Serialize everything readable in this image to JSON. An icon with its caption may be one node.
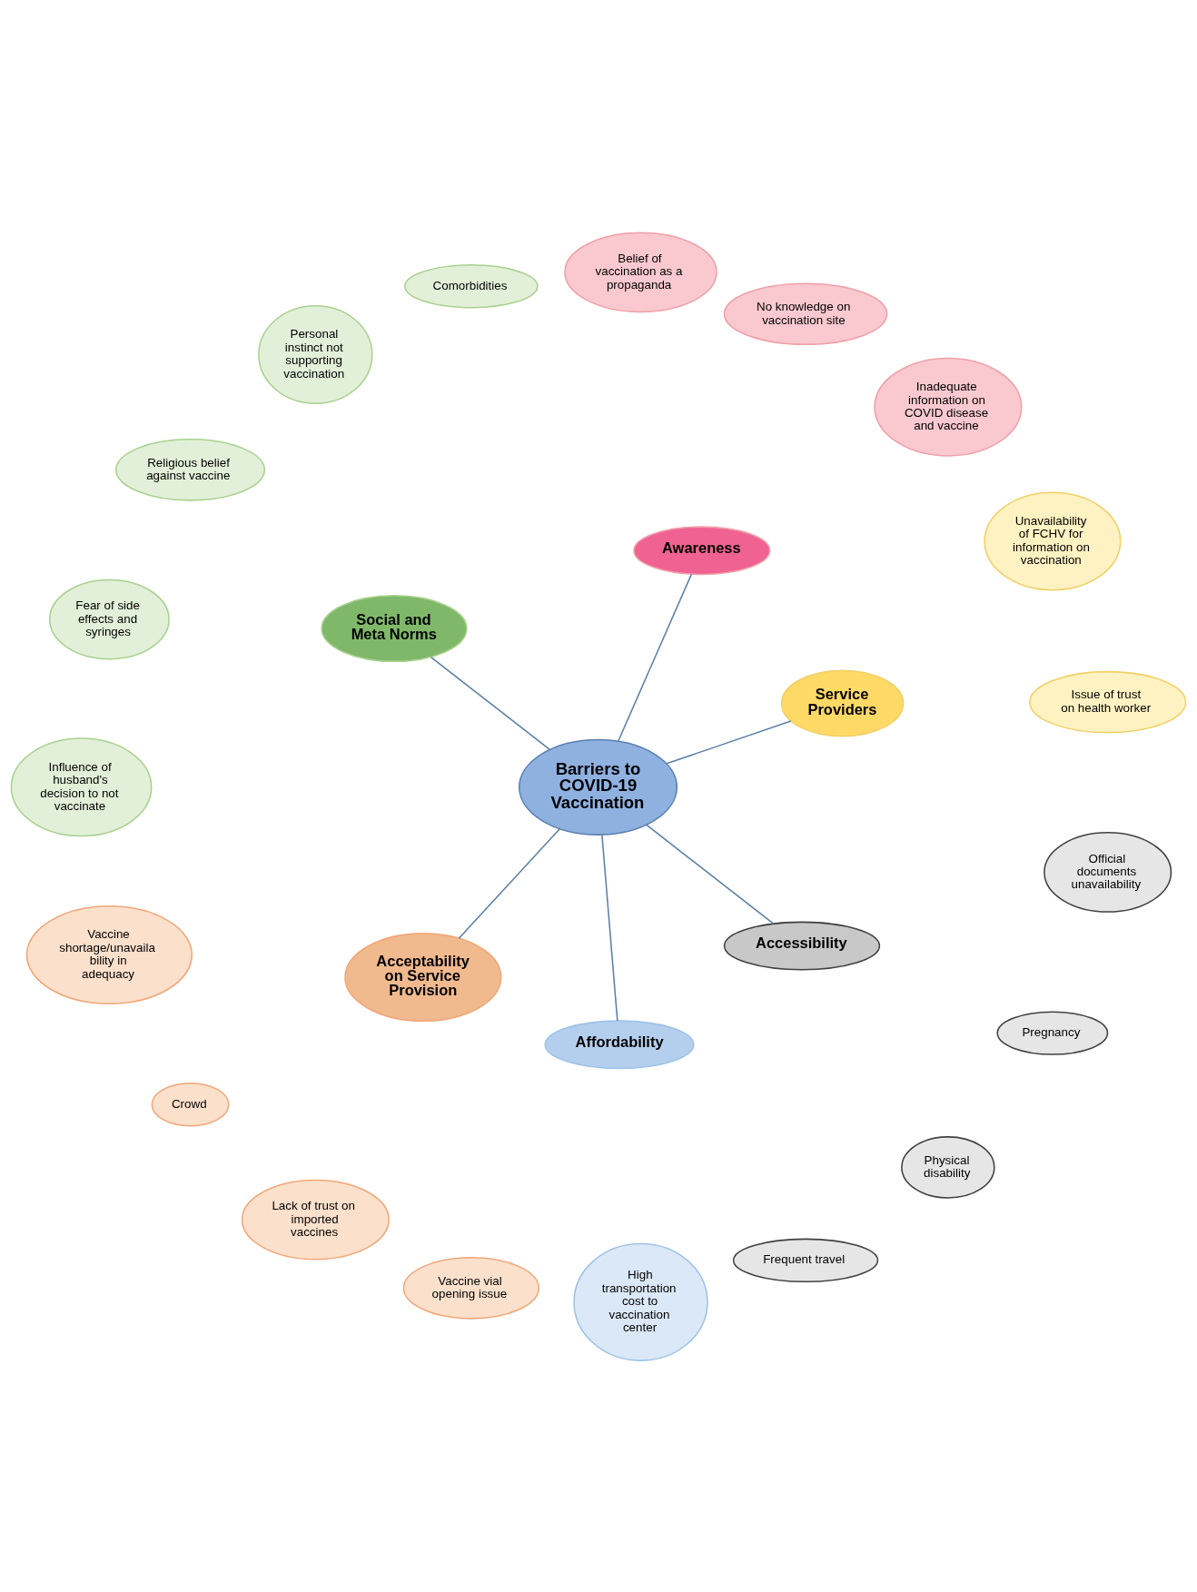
{
  "diagram": {
    "nodes": [
      {
        "text": [
          "Issue of trust on health worker"
        ]
      },
      {
        "text": [
          "Inadequate information on COVID disease and vaccine"
        ]
      },
      {
        "text": [
          "Comorbidities"
        ]
      },
      {
        "text": [
          "Service Providers"
        ]
      },
      {
        "text": [
          "No knowledge on vaccination site"
        ]
      },
      {
        "text": [
          "Belief of vaccination as a propaganda"
        ]
      },
      {
        "text": [
          "Personal instinct not supporting vaccination"
        ]
      },
      {
        "text": [
          "Religious belief against vaccine"
        ]
      },
      {
        "text": [
          "Unavailability of FCHV for information on vaccination"
        ]
      },
      {
        "text": [
          "Awareness"
        ]
      },
      {
        "text": [
          "Social and Meta Norms"
        ]
      },
      {
        "text": [
          "Fear of side effects and syringes"
        ]
      },
      {
        "text": [
          "Influence of husband's decision to not vaccinate"
        ]
      },
      {
        "text": [
          "Barriers to COVID-19 Vaccination"
        ]
      },
      {
        "text": [
          "Vaccine shortage/unavaila bility in adequacy"
        ]
      },
      {
        "text": [
          "Frequent travel"
        ]
      },
      {
        "text": [
          "Crowd"
        ]
      },
      {
        "text": [
          "Acceptability on Service Provision"
        ]
      },
      {
        "text": [
          "Affordability"
        ]
      },
      {
        "text": [
          "Lack of trust on imported vaccines"
        ]
      },
      {
        "text": [
          "Physical disability"
        ]
      },
      {
        "text": [
          "Accessibility"
        ]
      },
      {
        "text": [
          "Vaccine vial opening issue"
        ]
      },
      {
        "text": [
          "High transportation cost to vaccination center"
        ]
      },
      {
        "text": [
          "Pregnancy"
        ]
      },
      {
        "text": [
          "Official documents unavailability"
        ]
      }
    ],
    "edges": [
      {
        "from": 13,
        "to": 3,
        "arrow": "none"
      },
      {
        "from": 13,
        "to": 9,
        "arrow": "none"
      },
      {
        "from": 13,
        "to": 10,
        "arrow": "none"
      },
      {
        "from": 13,
        "to": 17,
        "arrow": "none"
      },
      {
        "from": 13,
        "to": 18,
        "arrow": "none"
      },
      {
        "from": 13,
        "to": 21,
        "arrow": "none"
      }
    ]
  }
}
